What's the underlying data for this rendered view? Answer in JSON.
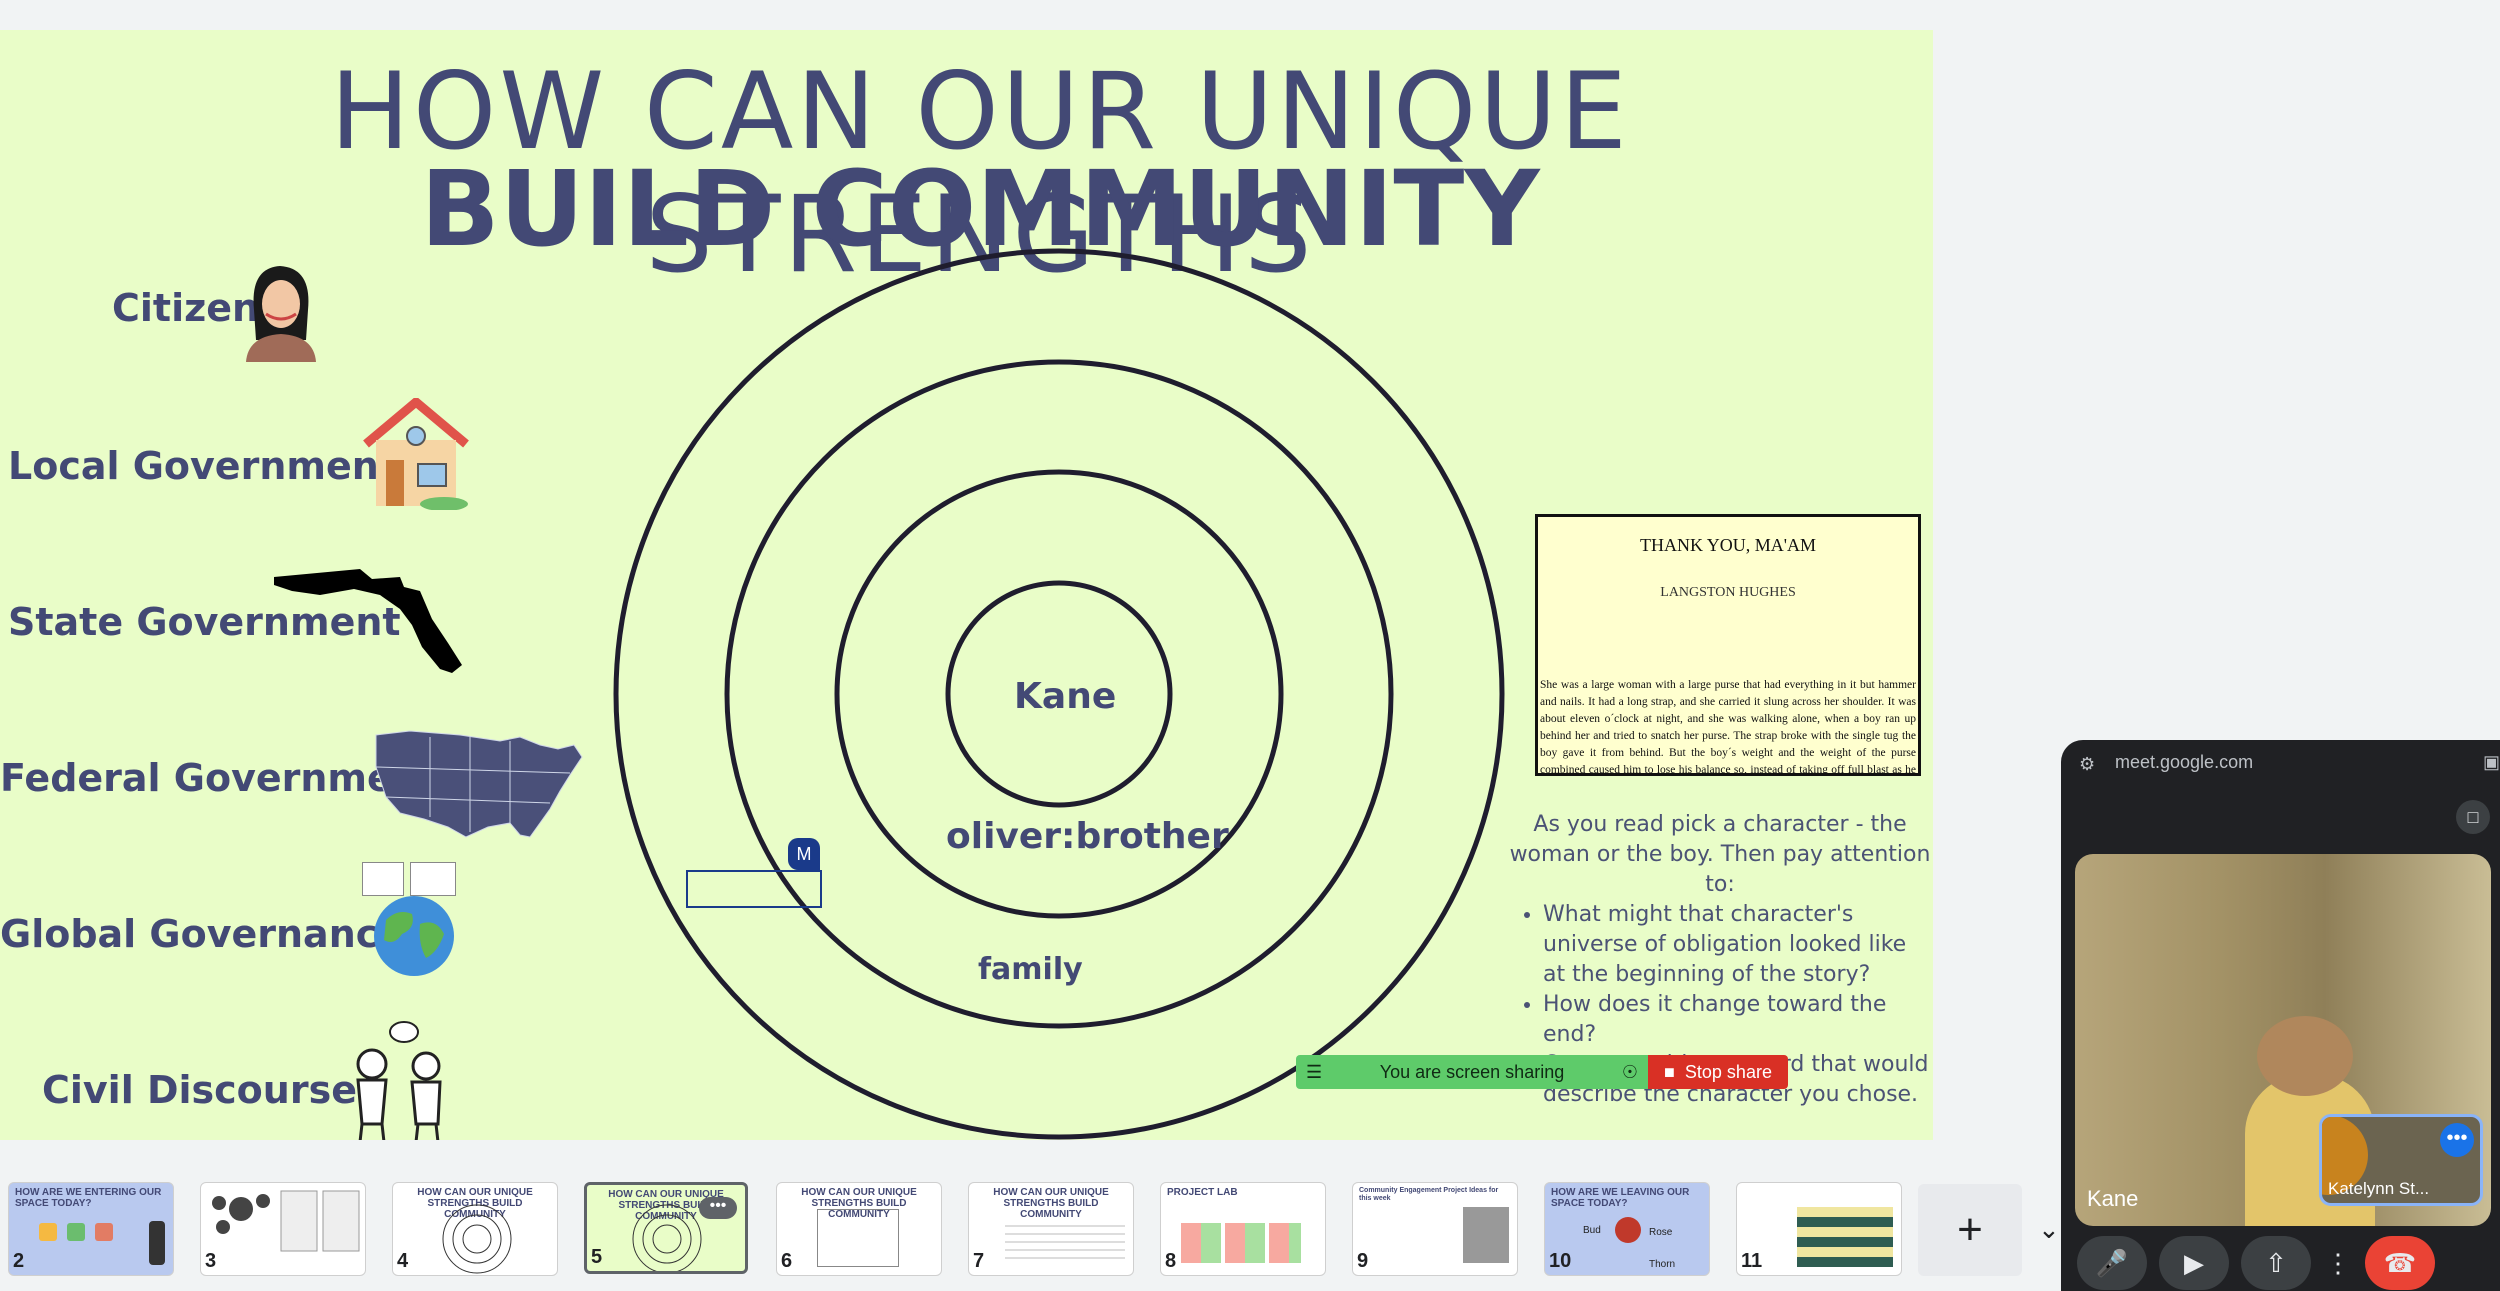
{
  "slide": {
    "title_line1": "HOW CAN OUR UNIQUE STRENGTHS",
    "title_line2": "BUILD COMMUNITY",
    "levels": [
      {
        "label": "Citizen",
        "icon": "woman-avatar-icon"
      },
      {
        "label": "Local Government",
        "icon": "house-icon"
      },
      {
        "label": "State Government",
        "icon": "florida-map-icon"
      },
      {
        "label": "Federal Government",
        "icon": "usa-map-icon"
      },
      {
        "label": "Global Governance?",
        "icon": "globe-icon"
      },
      {
        "label": "Civil Discourse",
        "icon": "people-talking-icon"
      }
    ],
    "rings": {
      "center": "Kane",
      "second": "oliver:brother",
      "third": "family"
    },
    "cursor_badge": "M",
    "story": {
      "title": "THANK YOU, MA'AM",
      "author": "LANGSTON HUGHES",
      "text": "She was a large woman with a large purse that had everything in it but hammer and nails. It had a long strap, and she carried it slung across her shoulder. It was about eleven o´clock at night, and she was walking alone, when a boy ran up behind her and tried to snatch her purse. The strap broke with the single tug the boy gave it from behind. But the boy´s weight and the weight of the purse combined caused him to lose his balance so, instead of taking off full blast as he had hoped, the boy"
    },
    "instructions": {
      "lead": "As you read pick a character - the woman or the boy. Then pay attention to:",
      "bullets": [
        "What might that character's universe of obligation looked like at the beginning of the story?",
        "How does it change toward the end?",
        "Come up with one word that would describe the character you chose."
      ]
    }
  },
  "share_bar": {
    "status": "You are screen sharing",
    "stop": "Stop share"
  },
  "filmstrip": {
    "thumbnails": [
      {
        "number": "2",
        "title": "HOW ARE WE ENTERING OUR SPACE TODAY?",
        "bg": "#b9c9ef"
      },
      {
        "number": "3",
        "title": "",
        "bg": "#ffffff"
      },
      {
        "number": "4",
        "title": "HOW CAN OUR UNIQUE STRENGTHS BUILD COMMUNITY",
        "bg": "#ffffff"
      },
      {
        "number": "5",
        "title": "HOW CAN OUR UNIQUE STRENGTHS BUILD COMMUNITY",
        "bg": "#e9fdc8"
      },
      {
        "number": "6",
        "title": "HOW CAN OUR UNIQUE STRENGTHS BUILD COMMUNITY",
        "bg": "#ffffff"
      },
      {
        "number": "7",
        "title": "HOW CAN OUR UNIQUE STRENGTHS BUILD COMMUNITY",
        "bg": "#ffffff"
      },
      {
        "number": "8",
        "title": "PROJECT LAB",
        "bg": "#ffffff"
      },
      {
        "number": "9",
        "title": "Community Engagement Project Ideas for this week",
        "bg": "#ffffff"
      },
      {
        "number": "10",
        "title": "HOW ARE WE LEAVING OUR SPACE TODAY?",
        "bg": "#b9c9ef"
      },
      {
        "number": "11",
        "title": "",
        "bg": "#ffffff"
      }
    ],
    "thumb_labels": {
      "bud": "Bud",
      "rose": "Rose",
      "thorn": "Thorn"
    },
    "add_label": "+"
  },
  "pip": {
    "url": "meet.google.com",
    "participant_name": "Kane",
    "self_name": "Katelynn St...",
    "controls": [
      "mic-icon",
      "camera-icon",
      "present-icon",
      "more-icon",
      "end-call-icon"
    ]
  },
  "colors": {
    "slide_bg": "#e9fdc8",
    "title": "#434975",
    "share_green": "#5ecb6a",
    "stop_red": "#d93025"
  }
}
